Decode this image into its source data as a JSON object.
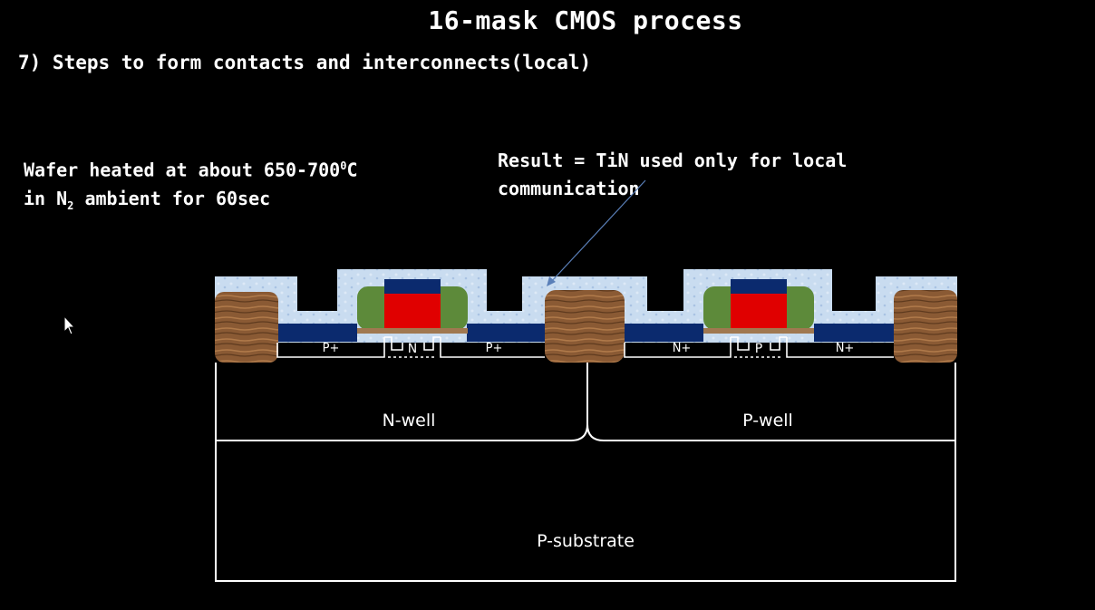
{
  "slide": {
    "title": "16-mask CMOS process",
    "step": "7) Steps to form contacts and interconnects(local)"
  },
  "notes": {
    "wafer_line1": "Wafer heated at about 650-700",
    "wafer_temp_sup": "0",
    "wafer_temp_unit": "C",
    "wafer_line2_prefix": "in N",
    "wafer_line2_sub": "2",
    "wafer_line2_suffix": " ambient for 60sec",
    "result_line1": "Result = TiN used only for local",
    "result_line2": "communication"
  },
  "diagram": {
    "labels": {
      "p_plus_left": "P+",
      "n_channel": "N",
      "p_plus_right": "P+",
      "n_plus_left": "N+",
      "p_channel": "P",
      "n_plus_right": "N+",
      "n_well": "N-well",
      "p_well": "P-well",
      "p_substrate": "P-substrate"
    },
    "colors": {
      "background": "#000000",
      "tin_layer": "#c9dcf0",
      "field_oxide": "#8a5a34",
      "gate_poly": "#e00000",
      "spacer": "#5d8a3a",
      "gate_top": "#0b2a6e",
      "silicide": "#0b2a6e",
      "outline": "#ffffff",
      "arrow": "#5a7fb8"
    }
  }
}
